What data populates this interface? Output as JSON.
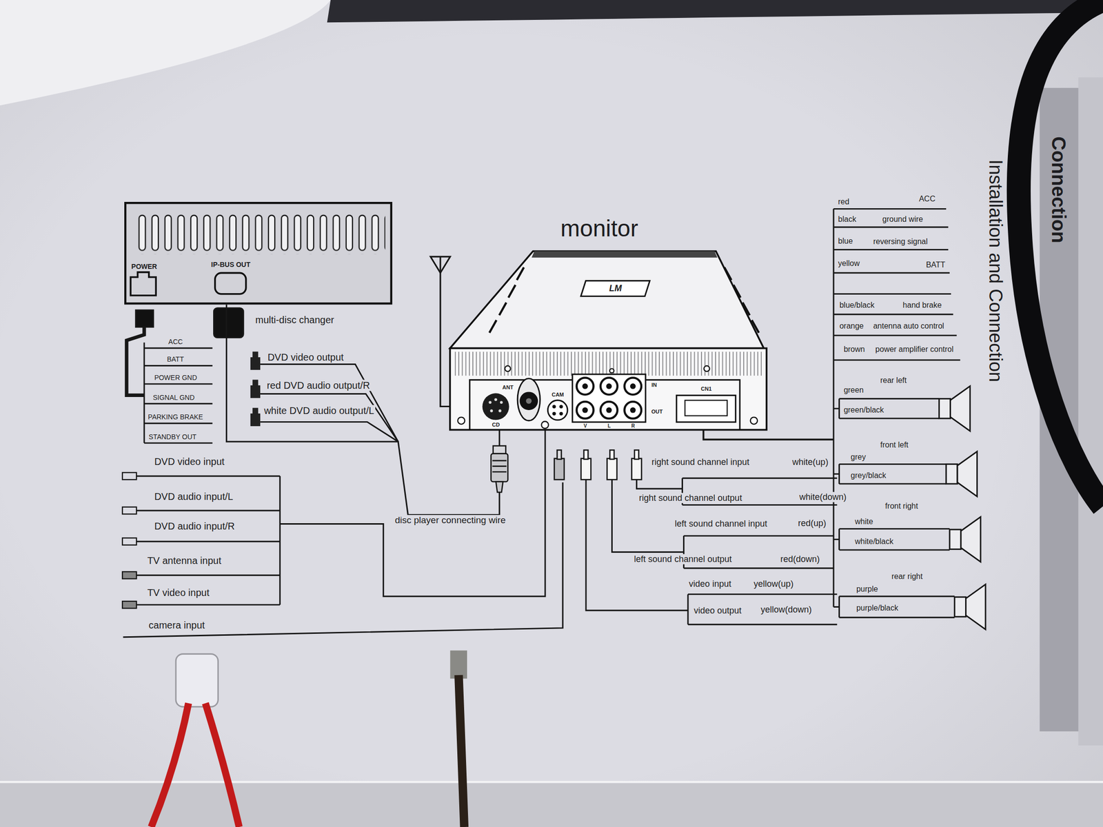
{
  "diagram": {
    "nodes": [
      {
        "text": [
          "POWER",
          "IP-BUS OUT",
          "multi-disc changer"
        ]
      },
      {
        "text": [
          "monitor",
          "LM",
          "ANT",
          "CD",
          "CAM",
          "IN",
          "OUT",
          "V",
          "L",
          "R",
          "CN1"
        ]
      }
    ],
    "edges": [
      {
        "from": 0,
        "to": 1,
        "arrow": "none",
        "label": "disc player connecting wire"
      }
    ],
    "labels": [
      "ACC",
      "BATT",
      "POWER GND",
      "SIGNAL GND",
      "PARKING BRAKE",
      "STANDBY OUT",
      "DVD video output",
      "red DVD audio output/R",
      "white DVD audio output/L",
      "DVD video input",
      "DVD audio input/L",
      "DVD audio input/R",
      "TV antenna input",
      "TV video input",
      "camera input",
      "right sound channel input",
      "white(up)",
      "right sound channel output",
      "white(down)",
      "left sound channel input",
      "red(up)",
      "left sound channel output",
      "red(down)",
      "video input",
      "yellow(up)",
      "video output",
      "yellow(down)",
      "red",
      "ACC",
      "black",
      "ground wire",
      "blue",
      "reversing signal",
      "yellow",
      "BATT",
      "blue/black",
      "hand brake",
      "orange",
      "antenna auto control",
      "brown",
      "power amplifier control",
      "rear left",
      "green",
      "green/black",
      "front left",
      "grey",
      "grey/black",
      "front right",
      "white",
      "white/black",
      "rear right",
      "purple",
      "purple/black",
      "Installation and Connection",
      "Connection"
    ]
  }
}
